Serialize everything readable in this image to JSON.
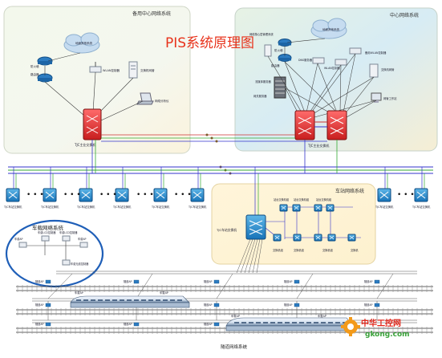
{
  "title": "PIS系统原理图",
  "regions": {
    "backup_center": "备用中心网络系统",
    "center": "中心网络系统",
    "station": "车站网络系统",
    "vehicle": "车载网络系统",
    "tunnel": "隧道网络系统"
  },
  "backup": {
    "cloud": "地面其他系统",
    "firewall": "防火墙",
    "router": "路由器",
    "wlan_ctrl": "WLAN控制器",
    "switch": "交换机网管",
    "monitor": "网络分析仪",
    "core": "TJC主业交换机"
  },
  "center": {
    "cloud": "地面其他系统",
    "mgmt": "网络核心层管理系统",
    "firewall": "防火墙",
    "router": "路由器",
    "wlan_ctrl": "WLAN控制器",
    "wlan_ctrl2": "备用WLAN控制器",
    "dns": "DNS服务器",
    "switch_mgmt": "交换机网管",
    "mgmt_station": "网管工作站",
    "gateway": "网关服务器",
    "server": "流媒体服务器",
    "core": "TJC主业交换机"
  },
  "station_switch_label": "TJC车站交换机",
  "station_labels": [
    "TJC车站交换机",
    "TJC车站交换机",
    "TJC车站交换机",
    "TJC车站交换机",
    "TJC车站交换机",
    "TJC车站交换机",
    "TJC车站交换机",
    "TJC车站交换机",
    "TJC车站交换机"
  ],
  "station": {
    "core": "TJC车站交换机",
    "tags": [
      "站台交换机组",
      "站台交换机组",
      "站台交换机组",
      "站台交换机组"
    ],
    "switches": [
      "交换机组",
      "交换机组",
      "交换机组"
    ],
    "right_switch": "交换机"
  },
  "vehicle": {
    "ap1": "车载AP",
    "ap2": "车载LCD控制器",
    "ap3": "车载LCD控制器",
    "ap4": "车载AP",
    "ap5": "车载无线控制器"
  },
  "tunnel_ap": "隧道AP",
  "train_ap": "车载AP",
  "watermark": {
    "cn": "中华工控网",
    "url": "gkong.com"
  },
  "colors": {
    "line_blue": "#3333cc",
    "line_red": "#cc3333",
    "line_green": "#33aa33",
    "title_red": "#e8331c",
    "ring": "#1f5fb8"
  }
}
